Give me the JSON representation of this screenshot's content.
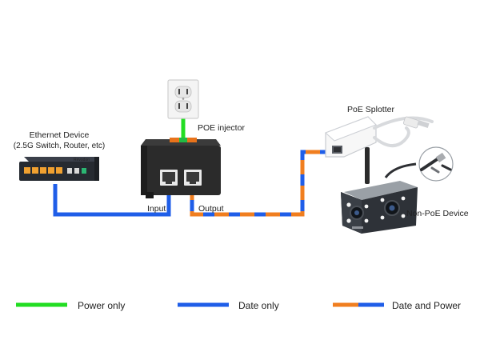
{
  "labels": {
    "ethernet_device_line1": "Ethernet Device",
    "ethernet_device_line2": "(2.5G Switch, Router, etc)",
    "poe_injector": "POE injector",
    "poe_splitter": "PoE Splotter",
    "non_poe_device": "Non-PoE Device",
    "input": "Input",
    "output": "Output"
  },
  "brand_text": "Revodon",
  "legend": [
    {
      "label": "Power only",
      "kind": "power"
    },
    {
      "label": "Date only",
      "kind": "data"
    },
    {
      "label": "Date and Power",
      "kind": "both"
    }
  ],
  "colors": {
    "power": "#22dd22",
    "data": "#1f5ee8",
    "both_a": "#f07e1f",
    "both_b": "#1f5ee8",
    "injector_body": "#2b2b2b",
    "injector_accent": "#e8731b"
  },
  "icons": [
    "wall-outlet-icon",
    "ethernet-switch-icon",
    "poe-injector-icon",
    "poe-splitter-icon",
    "dc-plug-icon",
    "ip-camera-icon"
  ]
}
